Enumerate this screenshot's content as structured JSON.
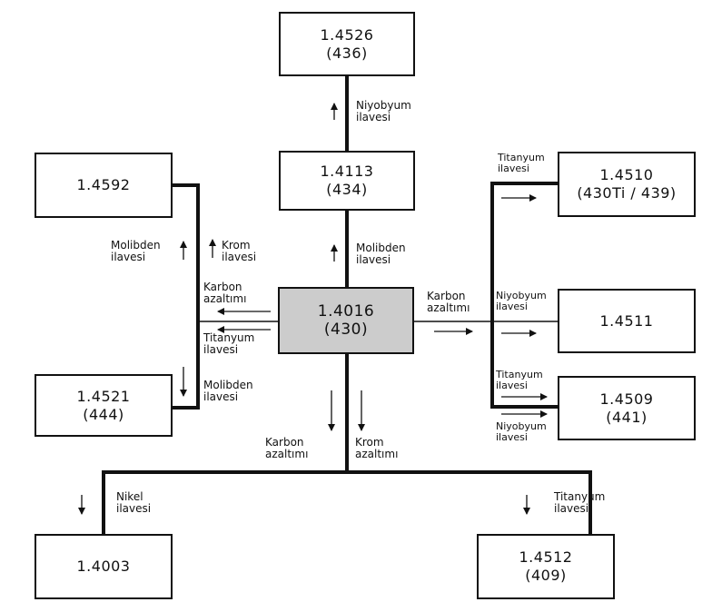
{
  "nodes": {
    "n14526": {
      "line1": "1.4526",
      "line2": "(436)"
    },
    "n14113": {
      "line1": "1.4113",
      "line2": "(434)"
    },
    "n14592": {
      "line1": "1.4592",
      "line2": ""
    },
    "n14016": {
      "line1": "1.4016",
      "line2": "(430)"
    },
    "n14521": {
      "line1": "1.4521",
      "line2": "(444)"
    },
    "n14510": {
      "line1": "1.4510",
      "line2": "(430Ti / 439)"
    },
    "n14511": {
      "line1": "1.4511",
      "line2": ""
    },
    "n14509": {
      "line1": "1.4509",
      "line2": "(441)"
    },
    "n14003": {
      "line1": "1.4003",
      "line2": ""
    },
    "n14512": {
      "line1": "1.4512",
      "line2": "(409)"
    }
  },
  "labels": {
    "niyobyum_top": [
      "Niyobyum",
      "ilavesi"
    ],
    "molibden_mid": [
      "Molibden",
      "ilavesi"
    ],
    "molibden_left_top": [
      "Molibden",
      "ilavesi"
    ],
    "krom_left": [
      "Krom",
      "ilavesi"
    ],
    "karbon_left": [
      "Karbon",
      "azaltımı"
    ],
    "titanyum_left": [
      "Titanyum",
      "ilavesi"
    ],
    "molibden_left_bottom": [
      "Molibden",
      "ilavesi"
    ],
    "karbon_right": [
      "Karbon",
      "azaltımı"
    ],
    "titanyum_right_top": [
      "Titanyum",
      "ilavesi"
    ],
    "niyobyum_right_mid": [
      "Niyobyum",
      "ilavesi"
    ],
    "titanyum_right_low": [
      "Titanyum",
      "ilavesi"
    ],
    "niyobyum_right_low": [
      "Niyobyum",
      "ilavesi"
    ],
    "karbon_bottom": [
      "Karbon",
      "azaltımı"
    ],
    "krom_bottom": [
      "Krom",
      "azaltımı"
    ],
    "nikel": [
      "Nikel",
      "ilavesi"
    ],
    "titanyum_bottom": [
      "Titanyum",
      "ilavesi"
    ]
  }
}
